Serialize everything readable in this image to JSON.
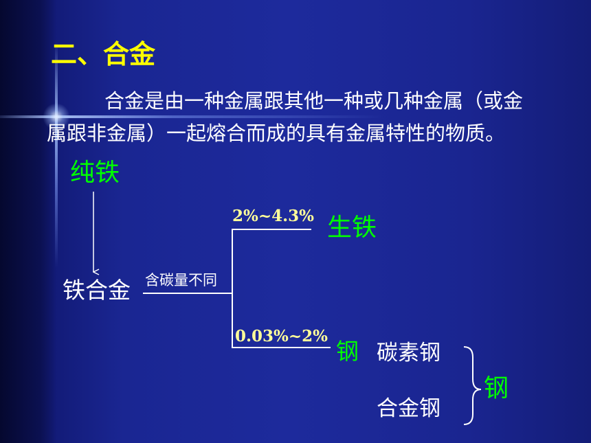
{
  "slide": {
    "title": "二、合金",
    "definition_line1": "合金是由一种金属跟其他一种或几种金属（或金",
    "definition_line2": "属跟非金属）一起熔合而成的具有金属特性的物质。"
  },
  "diagram": {
    "pure_iron": "纯铁",
    "iron_alloy": "铁合金",
    "branch_criterion": "含碳量不同",
    "upper_range": "2%~4.3%",
    "upper_result": "生铁",
    "lower_range": "0.03%~2%",
    "lower_result": "钢",
    "steel_types": [
      "碳素钢",
      "合金钢"
    ],
    "steel_group_label": "钢"
  },
  "colors": {
    "background": "#1d2a9c",
    "title": "#ffff00",
    "text": "#ffffff",
    "highlight_green": "#00ff00",
    "range_text": "#ffff99"
  }
}
